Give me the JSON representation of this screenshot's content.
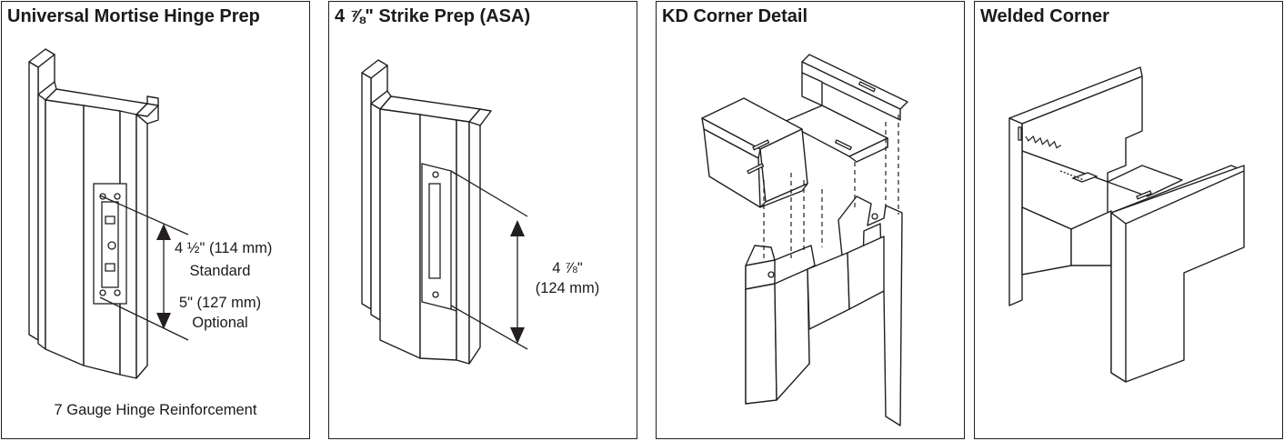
{
  "panels": [
    {
      "title": "Universal Mortise Hinge Prep",
      "dimension_1": "4 ½\" (114 mm)",
      "dimension_1_note": "Standard",
      "dimension_2": "5\" (127 mm)",
      "dimension_2_note": "Optional",
      "caption": "7 Gauge Hinge Reinforcement"
    },
    {
      "title": "4 ⅞\" Strike Prep (ASA)",
      "dimension": "4 ⅞\"",
      "dimension_metric": "(124 mm)"
    },
    {
      "title": "KD Corner Detail"
    },
    {
      "title": "Welded Corner"
    }
  ]
}
